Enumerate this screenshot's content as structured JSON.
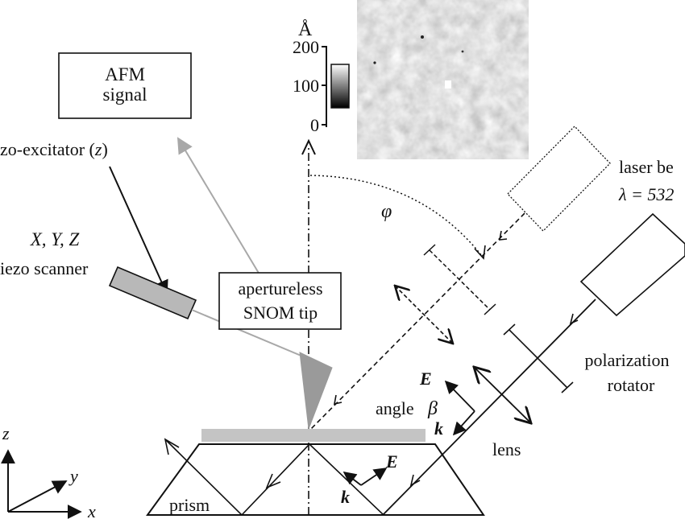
{
  "labels": {
    "afm_line1": "AFM",
    "afm_line2": "signal",
    "piezo_excitator": "zo-excitator (",
    "piezo_excitator_z": "z",
    "piezo_excitator_close": ")",
    "xyz_line1": "X, Y, Z",
    "xyz_line2": "iezo scanner",
    "tip_line1": "apertureless",
    "tip_line2": "SNOM tip",
    "laser_line1": "laser be",
    "laser_line2": "λ = 532",
    "phi": "φ",
    "polarization_line1": "polarization",
    "polarization_line2": "rotator",
    "angle": "angle",
    "beta": "β",
    "E1": "E",
    "k1": "k",
    "E2": "E",
    "k2": "k",
    "lens": "lens",
    "prism": "prism",
    "axis_z": "z",
    "axis_y": "y",
    "axis_x": "x"
  },
  "colorbar": {
    "unit": "Å",
    "ticks": [
      "200",
      "100",
      "0"
    ]
  },
  "colors": {
    "ink": "#111111",
    "grey_arrow": "#a8a8a8",
    "sample_strip": "#c4c4c4",
    "tip_fill": "#9a9a9a",
    "scanner_fill": "#b8b8b8"
  }
}
